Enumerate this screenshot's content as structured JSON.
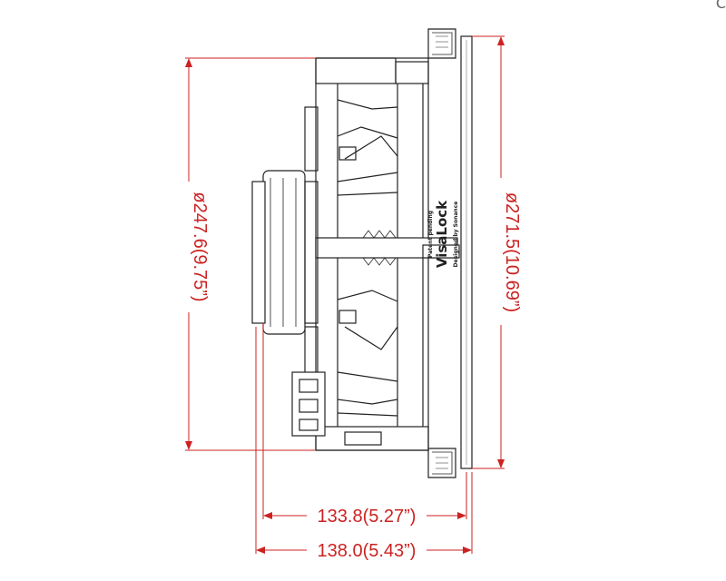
{
  "diagram": {
    "type": "technical-drawing",
    "subject": "in-ceiling speaker side view",
    "dimensions": {
      "left_height": "ø247.6(9.75”)",
      "right_height": "ø271.5(10.69”)",
      "depth_inner": "133.8(5.27”)",
      "depth_overall": "138.0(5.43”)"
    },
    "label": {
      "patent": "Patent pending",
      "brand": "VisaLock",
      "tagline": "Designed by Sonance"
    },
    "corner_mark": "C",
    "colors": {
      "dimension": "#cc2222",
      "outline": "#222222",
      "gray": "#777777"
    }
  }
}
